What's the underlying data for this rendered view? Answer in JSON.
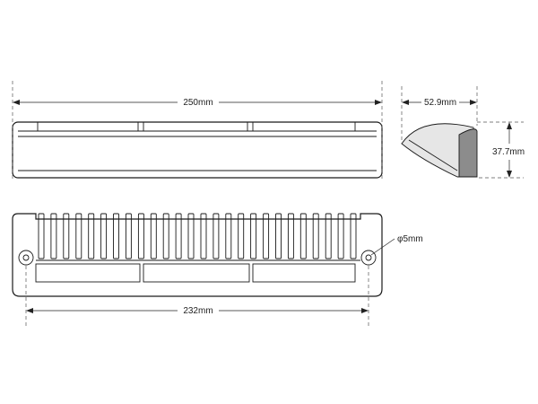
{
  "dimensions": {
    "overall_width": "250mm",
    "mount_spacing": "232mm",
    "depth": "52.9mm",
    "height": "37.7mm",
    "hole_diameter": "φ5mm"
  },
  "colors": {
    "line": "#1a1a1a",
    "lens": "#e6e6e6",
    "side_dark": "#8c8c8c"
  }
}
